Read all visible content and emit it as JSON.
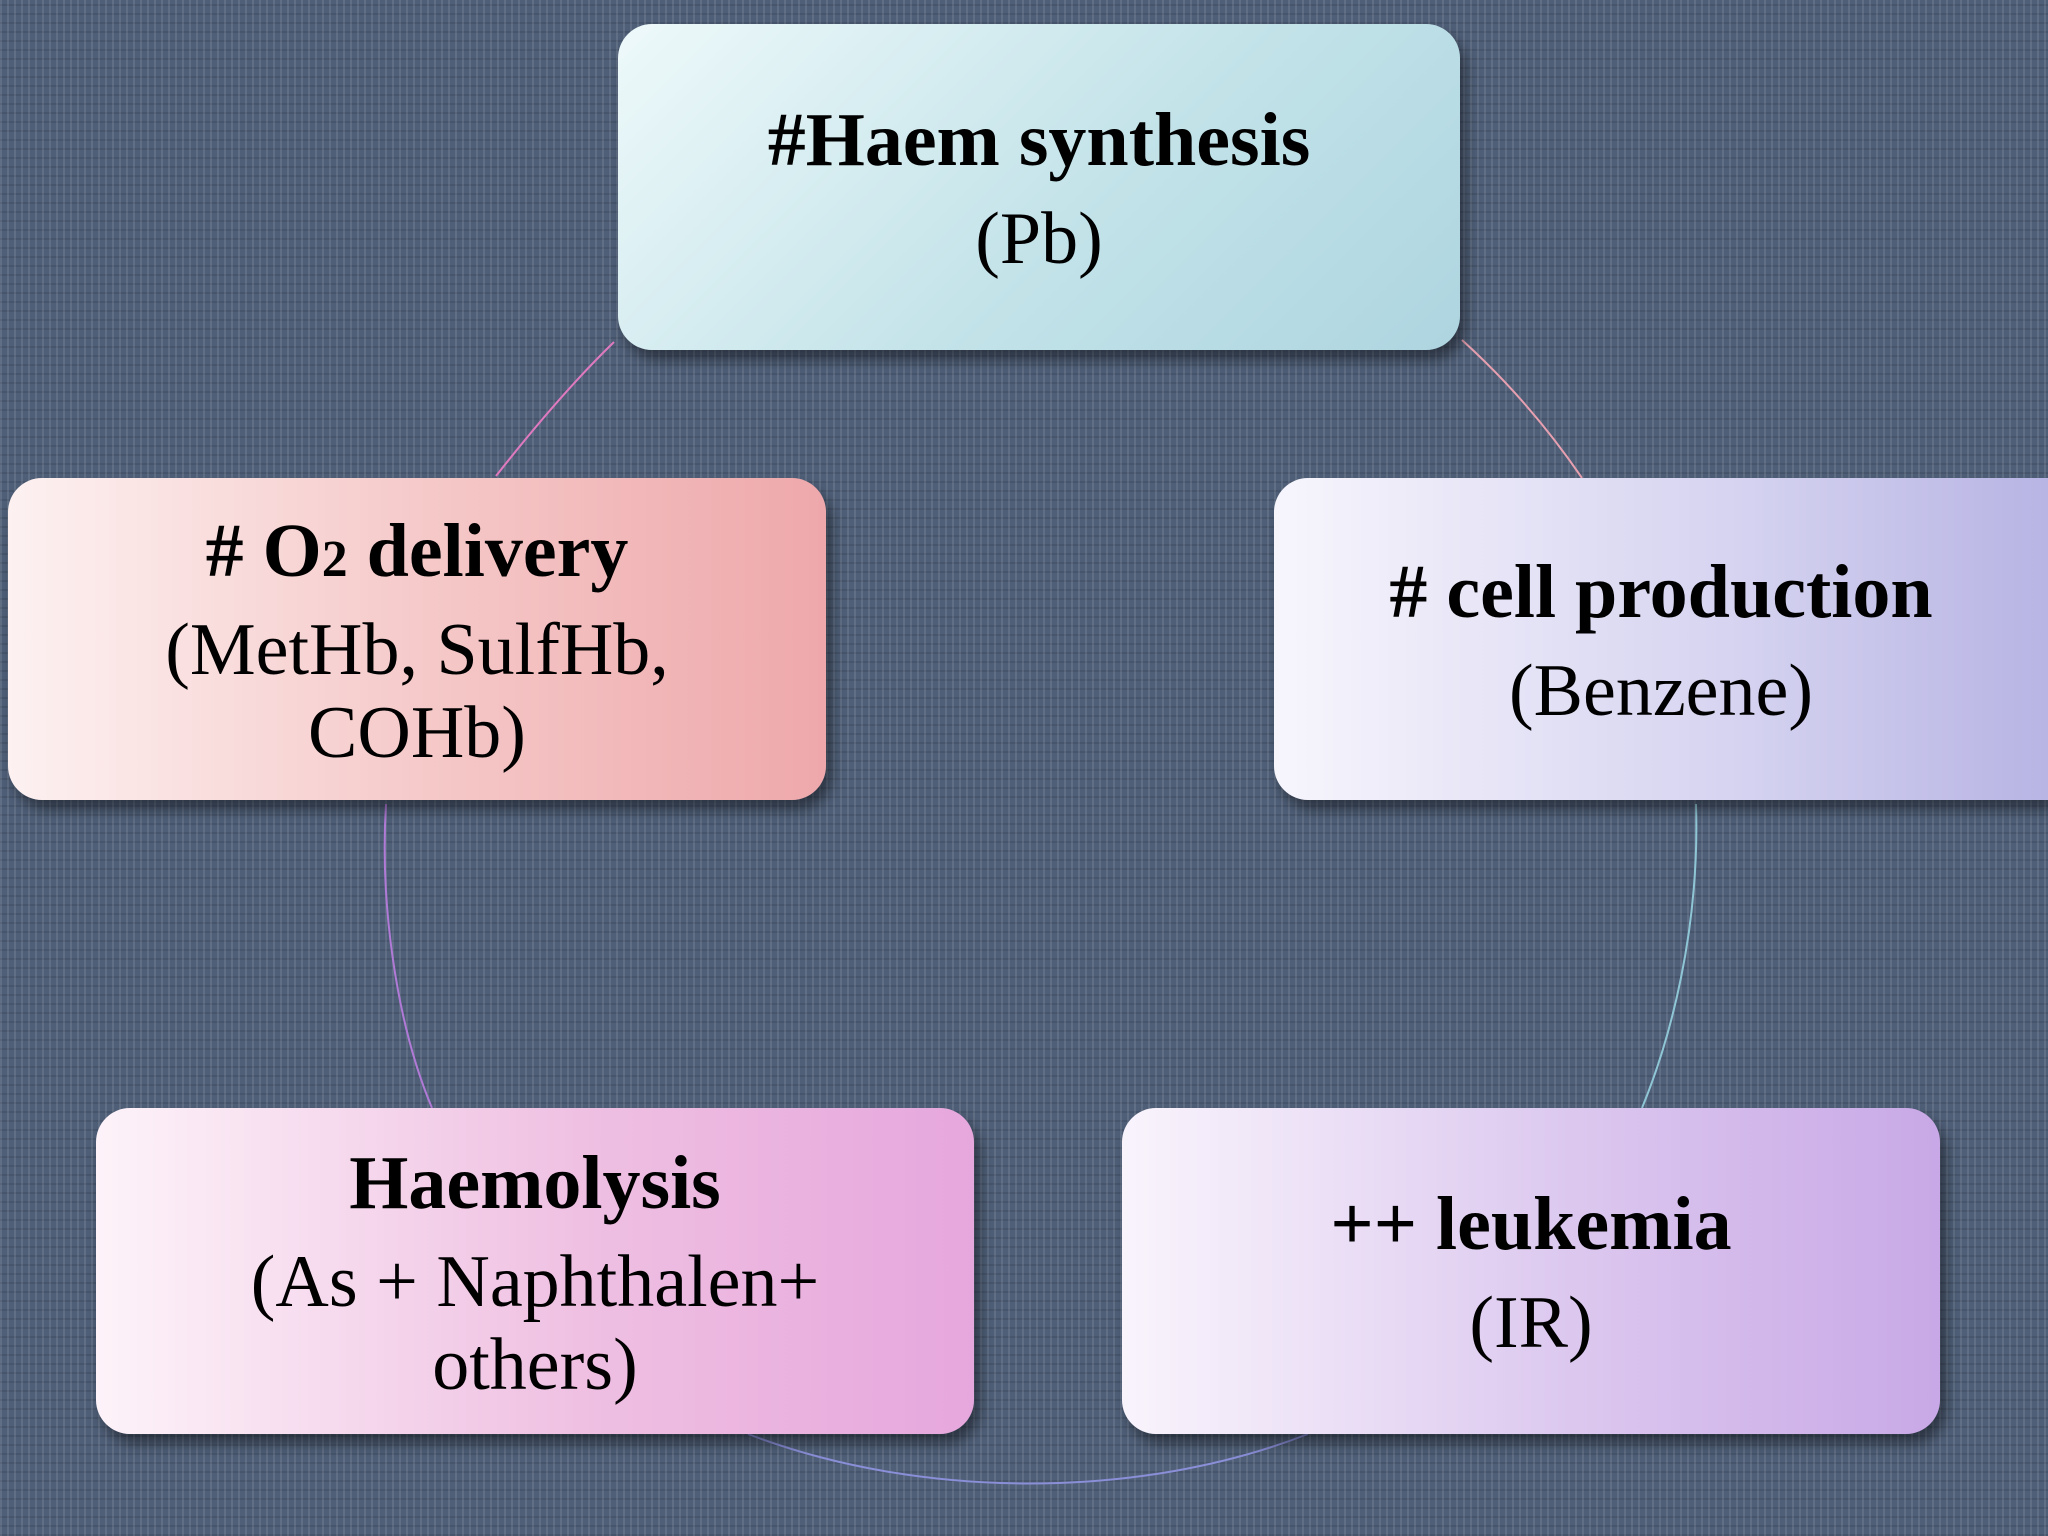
{
  "diagram": {
    "type": "cycle",
    "nodes": [
      {
        "id": "haem",
        "title": "#Haem synthesis",
        "subtitle": "(Pb)",
        "color": "#bfe1e8"
      },
      {
        "id": "o2",
        "title_prefix": "# O",
        "title_digit": "2",
        "title_suffix": " delivery",
        "subtitle_line1": "(MetHb, SulfHb,",
        "subtitle_line2": "COHb)",
        "color": "#f3b7b9"
      },
      {
        "id": "cell",
        "title": "# cell production",
        "subtitle": "(Benzene)",
        "color": "#cfcdef"
      },
      {
        "id": "haemolysis",
        "title": "Haemolysis",
        "subtitle_line1": "(As + Naphthalen+",
        "subtitle_line2": "others)",
        "color": "#ecb8e0"
      },
      {
        "id": "leuk",
        "title": "++ leukemia",
        "subtitle": "(IR)",
        "color": "#d6bdee"
      }
    ],
    "ring_colors": [
      "#e7a0b0",
      "#8fc6d6",
      "#8a8fd8",
      "#b07ad6",
      "#e07ac0"
    ]
  }
}
